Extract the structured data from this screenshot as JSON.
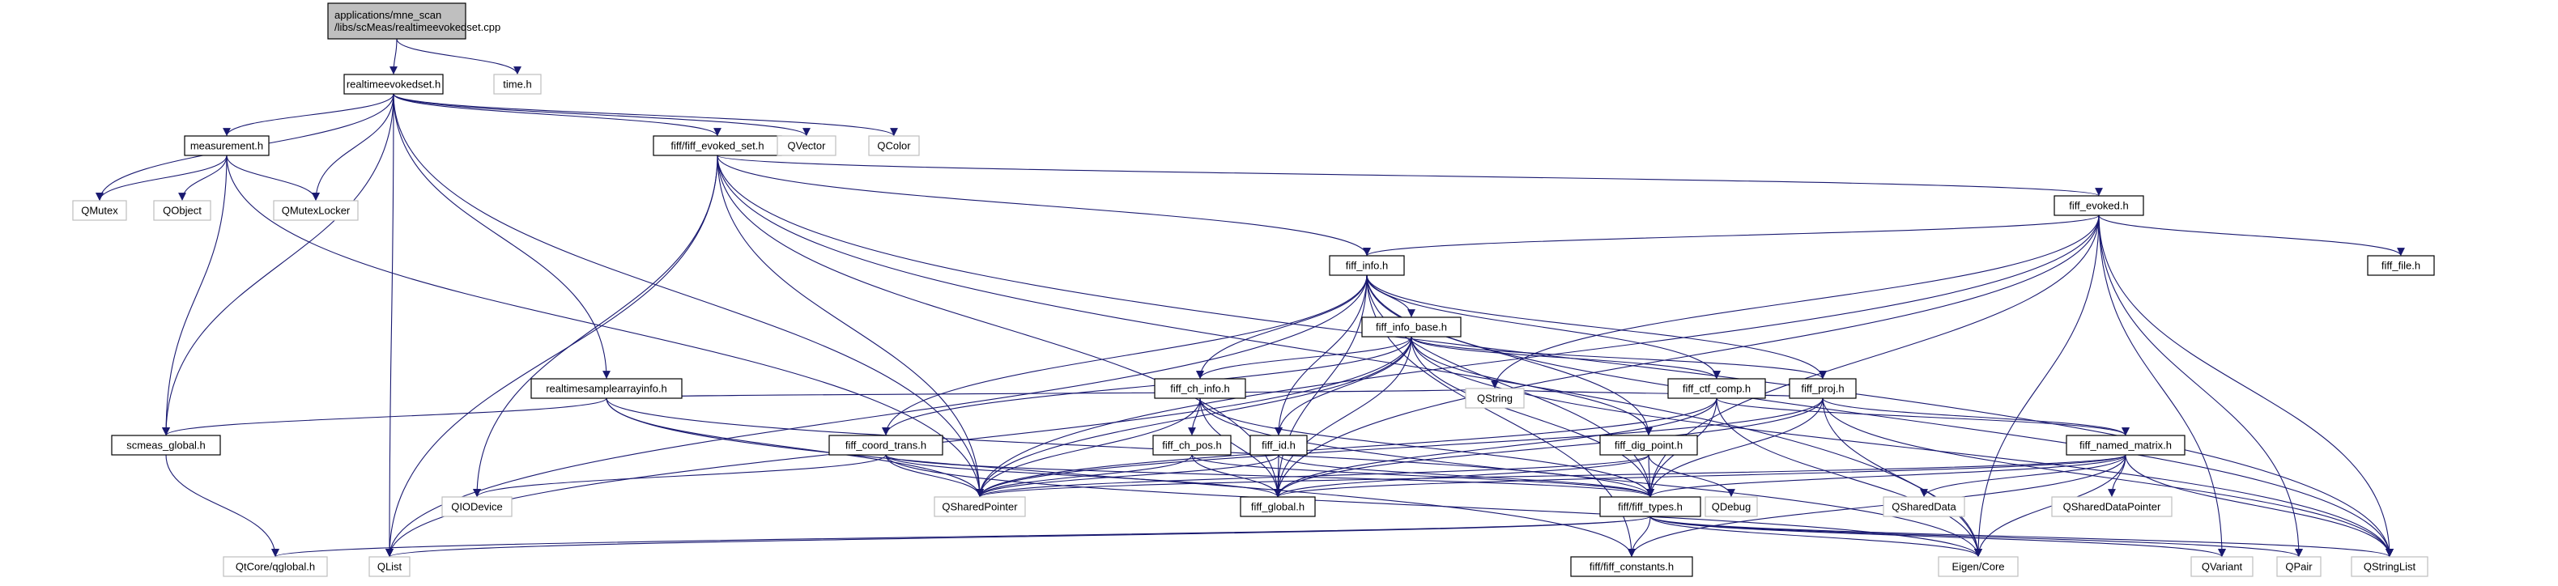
{
  "graph": {
    "colors": {
      "root_fill": "#bfbfbf",
      "root_stroke": "#000000",
      "node_fill": "#ffffff",
      "node_stroke": "#000000",
      "external_stroke": "#bfbfbf",
      "edge": "#191970"
    },
    "nodes": [
      {
        "id": "root",
        "lines": [
          "applications/mne_scan",
          "/libs/scMeas/realtimeevokedset.cpp"
        ],
        "kind": "root"
      },
      {
        "id": "rtes",
        "lines": [
          "realtimeevokedset.h"
        ],
        "kind": "documented"
      },
      {
        "id": "time",
        "lines": [
          "time.h"
        ],
        "kind": "external"
      },
      {
        "id": "meas",
        "lines": [
          "measurement.h"
        ],
        "kind": "documented"
      },
      {
        "id": "fes",
        "lines": [
          "fiff/fiff_evoked_set.h"
        ],
        "kind": "documented"
      },
      {
        "id": "qvector",
        "lines": [
          "QVector"
        ],
        "kind": "external"
      },
      {
        "id": "qcolor",
        "lines": [
          "QColor"
        ],
        "kind": "external"
      },
      {
        "id": "qmutex",
        "lines": [
          "QMutex"
        ],
        "kind": "external"
      },
      {
        "id": "qobject",
        "lines": [
          "QObject"
        ],
        "kind": "external"
      },
      {
        "id": "qmutexlocker",
        "lines": [
          "QMutexLocker"
        ],
        "kind": "external"
      },
      {
        "id": "fevoked",
        "lines": [
          "fiff_evoked.h"
        ],
        "kind": "documented"
      },
      {
        "id": "finfo",
        "lines": [
          "fiff_info.h"
        ],
        "kind": "documented"
      },
      {
        "id": "ffile",
        "lines": [
          "fiff_file.h"
        ],
        "kind": "documented"
      },
      {
        "id": "finfobase",
        "lines": [
          "fiff_info_base.h"
        ],
        "kind": "documented"
      },
      {
        "id": "rtsai",
        "lines": [
          "realtimesamplearrayinfo.h"
        ],
        "kind": "documented"
      },
      {
        "id": "fchinfo",
        "lines": [
          "fiff_ch_info.h"
        ],
        "kind": "documented"
      },
      {
        "id": "fctf",
        "lines": [
          "fiff_ctf_comp.h"
        ],
        "kind": "documented"
      },
      {
        "id": "fproj",
        "lines": [
          "fiff_proj.h"
        ],
        "kind": "documented"
      },
      {
        "id": "scglobal",
        "lines": [
          "scmeas_global.h"
        ],
        "kind": "documented"
      },
      {
        "id": "qstring",
        "lines": [
          "QString"
        ],
        "kind": "external"
      },
      {
        "id": "fcoord",
        "lines": [
          "fiff_coord_trans.h"
        ],
        "kind": "documented"
      },
      {
        "id": "fchpos",
        "lines": [
          "fiff_ch_pos.h"
        ],
        "kind": "documented"
      },
      {
        "id": "fid",
        "lines": [
          "fiff_id.h"
        ],
        "kind": "documented"
      },
      {
        "id": "fdig",
        "lines": [
          "fiff_dig_point.h"
        ],
        "kind": "documented"
      },
      {
        "id": "fnamed",
        "lines": [
          "fiff_named_matrix.h"
        ],
        "kind": "documented"
      },
      {
        "id": "qiodevice",
        "lines": [
          "QIODevice"
        ],
        "kind": "external"
      },
      {
        "id": "qsharedptr",
        "lines": [
          "QSharedPointer"
        ],
        "kind": "external"
      },
      {
        "id": "fglobal",
        "lines": [
          "fiff_global.h"
        ],
        "kind": "documented"
      },
      {
        "id": "ftypes",
        "lines": [
          "fiff/fiff_types.h"
        ],
        "kind": "documented"
      },
      {
        "id": "qdebug",
        "lines": [
          "QDebug"
        ],
        "kind": "external"
      },
      {
        "id": "qshareddata",
        "lines": [
          "QSharedData"
        ],
        "kind": "external"
      },
      {
        "id": "qshareddataptr",
        "lines": [
          "QSharedDataPointer"
        ],
        "kind": "external"
      },
      {
        "id": "qtcoreqglobal",
        "lines": [
          "QtCore/qglobal.h"
        ],
        "kind": "external"
      },
      {
        "id": "qlist",
        "lines": [
          "QList"
        ],
        "kind": "external"
      },
      {
        "id": "fconst",
        "lines": [
          "fiff/fiff_constants.h"
        ],
        "kind": "documented"
      },
      {
        "id": "eigencore",
        "lines": [
          "Eigen/Core"
        ],
        "kind": "external"
      },
      {
        "id": "qvariant",
        "lines": [
          "QVariant"
        ],
        "kind": "external"
      },
      {
        "id": "qpair",
        "lines": [
          "QPair"
        ],
        "kind": "external"
      },
      {
        "id": "qstringlist",
        "lines": [
          "QStringList"
        ],
        "kind": "external"
      }
    ],
    "edges": [
      [
        "root",
        "rtes"
      ],
      [
        "root",
        "time"
      ],
      [
        "rtes",
        "meas"
      ],
      [
        "rtes",
        "fes"
      ],
      [
        "rtes",
        "qvector"
      ],
      [
        "rtes",
        "qcolor"
      ],
      [
        "rtes",
        "qmutex"
      ],
      [
        "rtes",
        "qmutexlocker"
      ],
      [
        "rtes",
        "scglobal"
      ],
      [
        "rtes",
        "rtsai"
      ],
      [
        "rtes",
        "qlist"
      ],
      [
        "rtes",
        "qsharedptr"
      ],
      [
        "meas",
        "qmutex"
      ],
      [
        "meas",
        "qobject"
      ],
      [
        "meas",
        "qmutexlocker"
      ],
      [
        "meas",
        "scglobal"
      ],
      [
        "meas",
        "qsharedptr"
      ],
      [
        "fes",
        "fevoked"
      ],
      [
        "fes",
        "finfo"
      ],
      [
        "fes",
        "qiodevice"
      ],
      [
        "fes",
        "qsharedptr"
      ],
      [
        "fes",
        "fglobal"
      ],
      [
        "fes",
        "qlist"
      ],
      [
        "fes",
        "qstringlist"
      ],
      [
        "fes",
        "eigencore"
      ],
      [
        "fevoked",
        "finfo"
      ],
      [
        "fevoked",
        "ffile"
      ],
      [
        "fevoked",
        "qstring"
      ],
      [
        "fevoked",
        "qsharedptr"
      ],
      [
        "fevoked",
        "fglobal"
      ],
      [
        "fevoked",
        "ftypes"
      ],
      [
        "fevoked",
        "eigencore"
      ],
      [
        "fevoked",
        "qvariant"
      ],
      [
        "fevoked",
        "qpair"
      ],
      [
        "fevoked",
        "qstringlist"
      ],
      [
        "finfo",
        "finfobase"
      ],
      [
        "finfo",
        "fchinfo"
      ],
      [
        "finfo",
        "fctf"
      ],
      [
        "finfo",
        "fproj"
      ],
      [
        "finfo",
        "fcoord"
      ],
      [
        "finfo",
        "fid"
      ],
      [
        "finfo",
        "fdig"
      ],
      [
        "finfo",
        "fglobal"
      ],
      [
        "finfo",
        "ftypes"
      ],
      [
        "finfo",
        "qlist"
      ],
      [
        "finfo",
        "qstringlist"
      ],
      [
        "finfo",
        "fconst"
      ],
      [
        "finfobase",
        "fchinfo"
      ],
      [
        "finfobase",
        "fctf"
      ],
      [
        "finfobase",
        "fproj"
      ],
      [
        "finfobase",
        "fcoord"
      ],
      [
        "finfobase",
        "fid"
      ],
      [
        "finfobase",
        "fdig"
      ],
      [
        "finfobase",
        "fglobal"
      ],
      [
        "finfobase",
        "ftypes"
      ],
      [
        "finfobase",
        "qlist"
      ],
      [
        "finfobase",
        "qstringlist"
      ],
      [
        "finfobase",
        "qsharedptr"
      ],
      [
        "rtsai",
        "scglobal"
      ],
      [
        "rtsai",
        "qstring"
      ],
      [
        "rtsai",
        "qsharedptr"
      ],
      [
        "rtsai",
        "fconst"
      ],
      [
        "rtsai",
        "ftypes"
      ],
      [
        "fchinfo",
        "fchpos"
      ],
      [
        "fchinfo",
        "qsharedptr"
      ],
      [
        "fchinfo",
        "fglobal"
      ],
      [
        "fchinfo",
        "ftypes"
      ],
      [
        "fchinfo",
        "eigencore"
      ],
      [
        "fctf",
        "fnamed"
      ],
      [
        "fctf",
        "qsharedptr"
      ],
      [
        "fctf",
        "fglobal"
      ],
      [
        "fctf",
        "ftypes"
      ],
      [
        "fctf",
        "eigencore"
      ],
      [
        "fproj",
        "fnamed"
      ],
      [
        "fproj",
        "qstring"
      ],
      [
        "fproj",
        "qsharedptr"
      ],
      [
        "fproj",
        "fglobal"
      ],
      [
        "fproj",
        "ftypes"
      ],
      [
        "fproj",
        "qstringlist"
      ],
      [
        "fproj",
        "eigencore"
      ],
      [
        "fcoord",
        "qiodevice"
      ],
      [
        "fcoord",
        "qsharedptr"
      ],
      [
        "fcoord",
        "fglobal"
      ],
      [
        "fcoord",
        "ftypes"
      ],
      [
        "fcoord",
        "eigencore"
      ],
      [
        "fchpos",
        "qsharedptr"
      ],
      [
        "fchpos",
        "fglobal"
      ],
      [
        "fchpos",
        "ftypes"
      ],
      [
        "fid",
        "qsharedptr"
      ],
      [
        "fid",
        "fglobal"
      ],
      [
        "fid",
        "ftypes"
      ],
      [
        "fdig",
        "qsharedptr"
      ],
      [
        "fdig",
        "fglobal"
      ],
      [
        "fdig",
        "ftypes"
      ],
      [
        "fdig",
        "qdebug"
      ],
      [
        "fnamed",
        "qsharedptr"
      ],
      [
        "fnamed",
        "fglobal"
      ],
      [
        "fnamed",
        "ftypes"
      ],
      [
        "fnamed",
        "qshareddata"
      ],
      [
        "fnamed",
        "qshareddataptr"
      ],
      [
        "fnamed",
        "eigencore"
      ],
      [
        "fnamed",
        "qstringlist"
      ],
      [
        "fnamed",
        "fconst"
      ],
      [
        "scglobal",
        "qtcoreqglobal"
      ],
      [
        "ftypes",
        "fconst"
      ],
      [
        "ftypes",
        "eigencore"
      ],
      [
        "ftypes",
        "qlist"
      ],
      [
        "ftypes",
        "qvariant"
      ],
      [
        "ftypes",
        "qpair"
      ],
      [
        "ftypes",
        "qtcoreqglobal"
      ],
      [
        "ftypes",
        "qstringlist"
      ]
    ]
  }
}
